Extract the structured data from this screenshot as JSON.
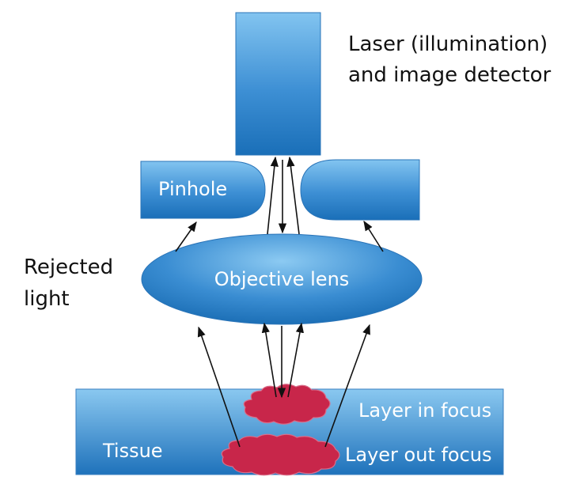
{
  "labels": {
    "detector_line1": "Laser (illumination)",
    "detector_line2": "and image detector",
    "pinhole": "Pinhole",
    "rejected_line1": "Rejected",
    "rejected_line2": "light",
    "objective_lens": "Objective lens",
    "tissue": "Tissue",
    "layer_in_focus": "Layer in focus",
    "layer_out_focus": "Layer out focus"
  },
  "colors": {
    "blue_light": "#7cc0ee",
    "blue_dark": "#1a6fb8",
    "blob": "#c8264a",
    "arrow": "#111111"
  }
}
